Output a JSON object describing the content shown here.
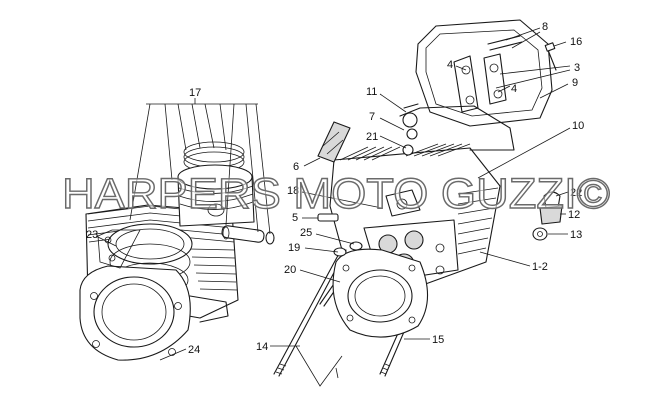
{
  "watermark": "HARPERS MOTO GUZZI©",
  "callouts": {
    "c1": "1-2",
    "c3": "3",
    "c4a": "4",
    "c4b": "4",
    "c5": "5",
    "c6": "6",
    "c7": "7",
    "c8": "8",
    "c9": "9",
    "c10": "10",
    "c11": "11",
    "c12": "12",
    "c13": "13",
    "c14": "14",
    "c15": "15",
    "c16": "16",
    "c17": "17",
    "c18": "18",
    "c19": "19",
    "c20": "20",
    "c21": "21",
    "c22": "22",
    "c23": "23",
    "c24": "24",
    "c25": "25"
  }
}
